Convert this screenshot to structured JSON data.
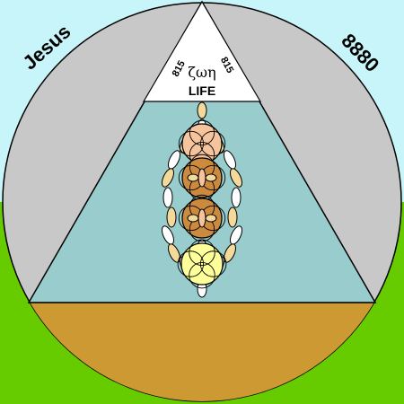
{
  "labels": {
    "left_corner": "Jesus",
    "right_corner": "8880",
    "top_left_number": "815",
    "top_right_number": "815",
    "greek_word": "ζωη",
    "english_word": "LIFE"
  },
  "colors": {
    "sky": "#c8f5f9",
    "ground": "#66cc00",
    "outer_circle": "#c8c8c8",
    "triangle_apex": "#ffffff",
    "triangle_body": "#99cccc",
    "base_band": "#cc9933",
    "sphere_top": "#f5c39c",
    "sphere_mid": "#cc8a3e",
    "sphere_bottom": "#ffff99",
    "lens": "#f3d99a",
    "lens_light": "#ffffff",
    "outline": "#000000"
  }
}
